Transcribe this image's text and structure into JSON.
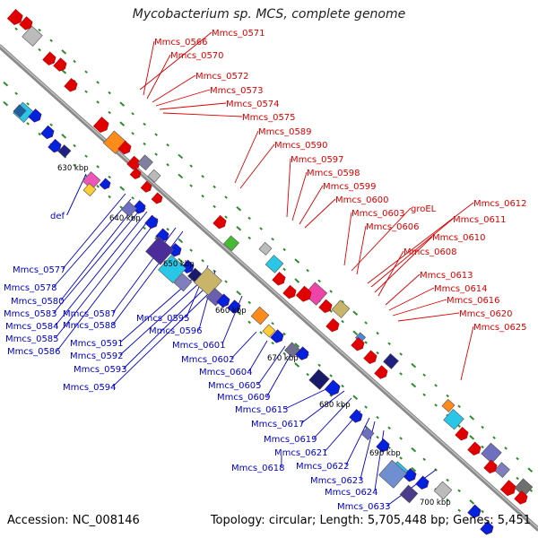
{
  "title": "Mycobacterium sp. MCS, complete genome",
  "footer": {
    "accession_label": "Accession:",
    "accession": "NC_008146",
    "topology_label": "Topology:",
    "topology": "circular;",
    "length_label": "Length:",
    "length": "5,705,448 bp;",
    "genes_label": "Genes:",
    "genes": "5,451"
  },
  "colors": {
    "backbone": "#8a8a8a",
    "forward_label": "#dd0000",
    "reverse_label": "#0000cc",
    "tick_dots": "#2e8b2e"
  },
  "scale_ticks": [
    "630 kbp",
    "640 kbp",
    "650 kbp",
    "660 kbp",
    "670 kbp",
    "680 kbp",
    "690 kbp",
    "700 kbp"
  ],
  "forward_labels": [
    "Mmcs_0571",
    "Mmcs_0566",
    "Mmcs_0570",
    "Mmcs_0572",
    "Mmcs_0573",
    "Mmcs_0574",
    "Mmcs_0575",
    "Mmcs_0589",
    "Mmcs_0590",
    "Mmcs_0597",
    "Mmcs_0598",
    "Mmcs_0599",
    "Mmcs_0600",
    "Mmcs_0603",
    "groEL",
    "Mmcs_0606",
    "Mmcs_0612",
    "Mmcs_0611",
    "Mmcs_0610",
    "Mmcs_0608",
    "Mmcs_0613",
    "Mmcs_0614",
    "Mmcs_0616",
    "Mmcs_0620",
    "Mmcs_0625"
  ],
  "reverse_labels": [
    "def",
    "Mmcs_0577",
    "Mmcs_0578",
    "Mmcs_0580",
    "Mmcs_0583",
    "Mmcs_0584",
    "Mmcs_0585",
    "Mmcs_0586",
    "Mmcs_0587",
    "Mmcs_0588",
    "Mmcs_0595",
    "Mmcs_0596",
    "Mmcs_0591",
    "Mmcs_0592",
    "Mmcs_0593",
    "Mmcs_0594",
    "Mmcs_0601",
    "Mmcs_0602",
    "Mmcs_0604",
    "Mmcs_0605",
    "Mmcs_0609",
    "Mmcs_0615",
    "Mmcs_0617",
    "Mmcs_0619",
    "Mmcs_0621",
    "Mmcs_0618",
    "Mmcs_0622",
    "Mmcs_0623",
    "Mmcs_0624",
    "Mmcs_0633"
  ]
}
